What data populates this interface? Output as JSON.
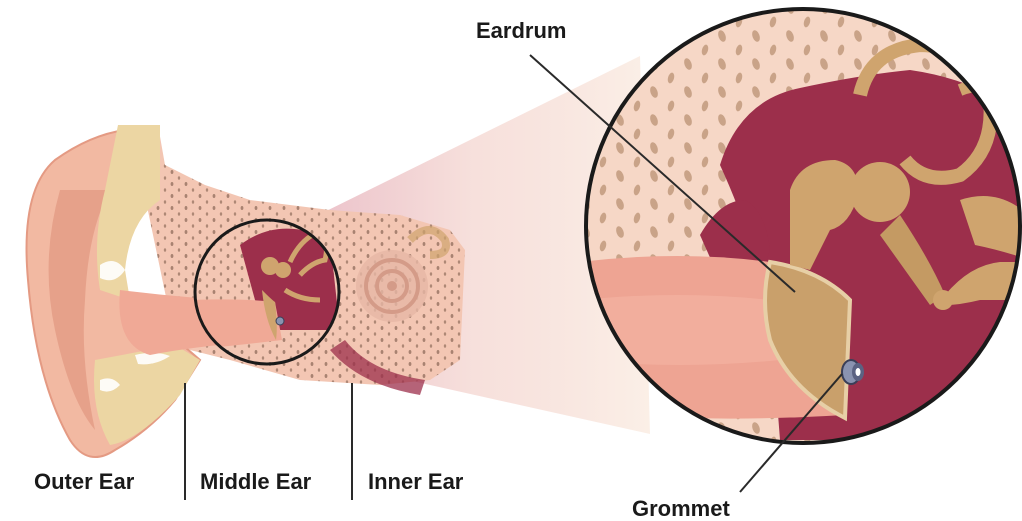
{
  "labels": {
    "outer_ear": "Outer Ear",
    "middle_ear": "Middle Ear",
    "inner_ear": "Inner Ear",
    "eardrum": "Eardrum",
    "grommet": "Grommet"
  },
  "colors": {
    "skin": "#f2b9a2",
    "skin_dark": "#e49a83",
    "skin_light": "#f8d3c3",
    "cartilage": "#ecd6a3",
    "cavity": "#9c2f4b",
    "ossicle": "#cfa46e",
    "ossicle_dark": "#b78a55",
    "bone": "#f6d7c6",
    "grommet": "#8a93b0",
    "line": "#2a2a2a"
  }
}
